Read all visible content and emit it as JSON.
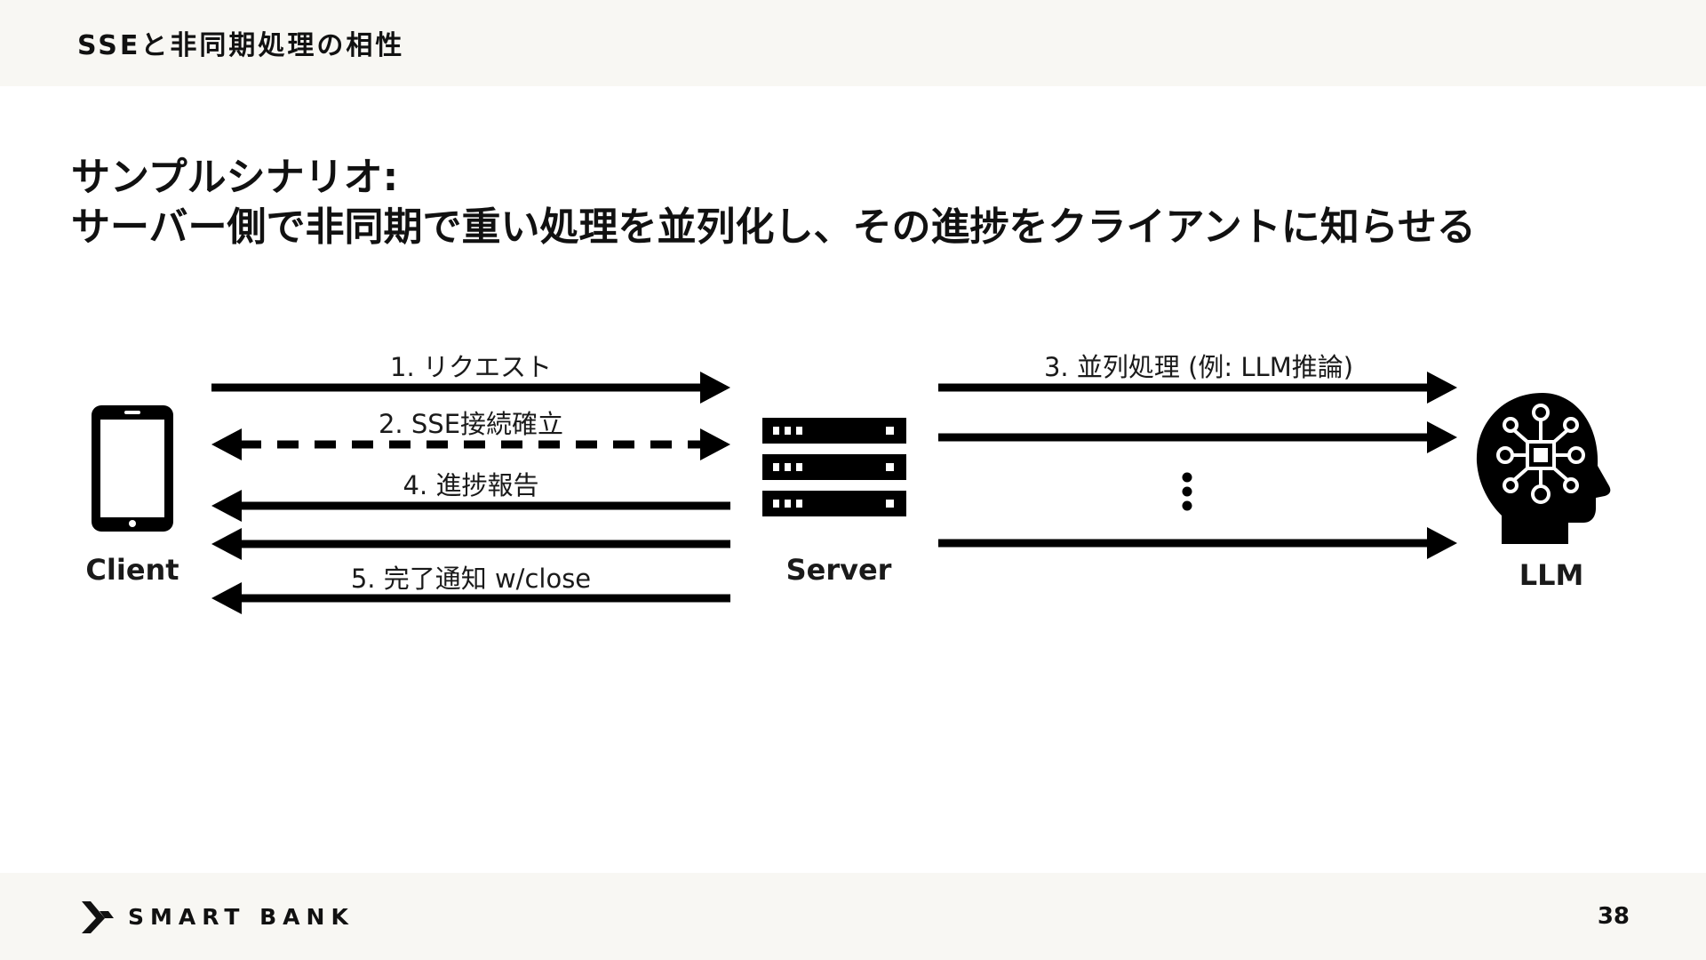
{
  "header": {
    "title": "SSEと非同期処理の相性"
  },
  "headline": {
    "line1": "サンプルシナリオ:",
    "line2": "サーバー側で非同期で重い処理を並列化し、その進捗をクライアントに知らせる"
  },
  "diagram": {
    "nodes": {
      "client": {
        "label": "Client",
        "icon": "smartphone-icon"
      },
      "server": {
        "label": "Server",
        "icon": "server-rack-icon"
      },
      "llm": {
        "label": "LLM",
        "icon": "ai-head-icon"
      }
    },
    "arrows": {
      "request": "1. リクエスト",
      "sse_connect": "2. SSE接続確立",
      "parallel": "3. 並列処理 (例: LLM推論)",
      "progress": "4. 進捗報告",
      "complete": "5. 完了通知 w/close"
    },
    "ellipsis_icon": "vertical-ellipsis-icon"
  },
  "footer": {
    "brand": "SMART BANK",
    "brand_icon": "smartbank-logo-icon",
    "page_number": "38"
  },
  "colors": {
    "band": "#f8f7f3",
    "ink": "#000000",
    "background": "#ffffff"
  }
}
